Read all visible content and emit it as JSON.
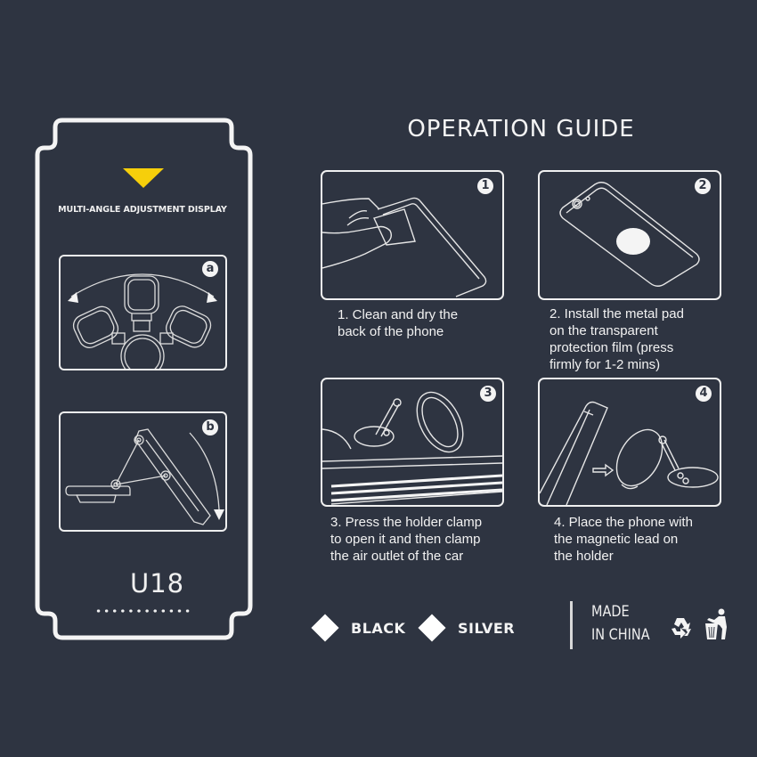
{
  "left_panel": {
    "heading": "MULTI-ANGLE ADJUSTMENT DISPLAY",
    "indicator_color": "#f6cf0b",
    "diagrams": [
      {
        "badge": "a",
        "description": "Holder rotating left and right"
      },
      {
        "badge": "b",
        "description": "Holder tilting up and down"
      }
    ],
    "model": "U18"
  },
  "guide": {
    "title": "OPERATION GUIDE",
    "steps": [
      {
        "badge": "1",
        "lines": [
          "1. Clean and dry the",
          "back of the phone"
        ]
      },
      {
        "badge": "2",
        "lines": [
          "2. Install the metal pad",
          "on the transparent",
          "protection film (press",
          "firmly for 1-2 mins)"
        ]
      },
      {
        "badge": "3",
        "lines": [
          "3. Press the holder clamp",
          "to open it and then clamp",
          "the air outlet of the car"
        ]
      },
      {
        "badge": "4",
        "lines": [
          "4. Place the phone with",
          "the magnetic lead on",
          "the holder"
        ]
      }
    ]
  },
  "footer": {
    "colors": [
      {
        "label": "BLACK"
      },
      {
        "label": "SILVER"
      }
    ],
    "origin_lines": [
      "MADE",
      "IN CHINA"
    ],
    "icons": [
      "recycle-icon",
      "tidy-man-icon"
    ]
  },
  "theme": {
    "background": "#2e3441",
    "line": "#f0f0f0"
  }
}
